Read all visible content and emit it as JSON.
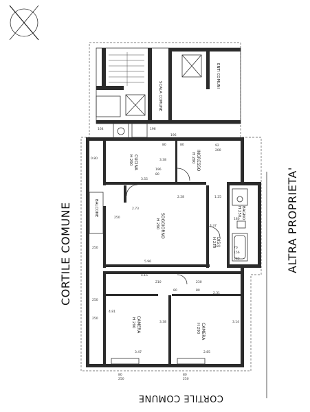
{
  "labels": {
    "cortile_left": "CORTILE COMUNE",
    "cortile_bottom": "CORTILE COMUNE",
    "altra_proprieta": "ALTRA PROPRIETA'",
    "scala_comune": "SCALA COMUNE",
    "enti_comuni": "ENTI COMUNI",
    "balcone": "BALCONE"
  },
  "rooms": {
    "cucina": {
      "name": "CUCINA",
      "h": "H 290"
    },
    "ingresso": {
      "name": "INGRESSO",
      "h": "H 290"
    },
    "soggiorno": {
      "name": "SOGGIORNO",
      "h": "H 290"
    },
    "camera1": {
      "name": "CAMERA",
      "h": "H 290"
    },
    "camera2": {
      "name": "CAMERA",
      "h": "H 290"
    },
    "dis": {
      "name": "DIS",
      "h": "H 250"
    },
    "bagno": {
      "name": "BAGNO",
      "h": "H 250"
    }
  },
  "dims": {
    "d_164": "164",
    "d_196a": "196",
    "d_196b": "196",
    "d_80a": "80",
    "d_80b": "80",
    "d_80c": "80",
    "d_92": "92",
    "d_200": "200",
    "d_250a": "250",
    "d_250b": "250",
    "d_250c": "250",
    "d_230": "230",
    "d_210": "210",
    "d_180a": "180",
    "d_180b": "180",
    "d_70": "70",
    "d_156": "156",
    "d_190": "190",
    "d_355": "3.55",
    "d_338": "3.38",
    "d_596": "5.96",
    "d_415": "4.15",
    "d_228": "2.28",
    "d_481": "4.81",
    "d_338b": "3.38",
    "d_314": "3.14",
    "d_347": "3.47",
    "d_285": "2.85",
    "d_231": "2.31",
    "d_273": "2.73",
    "d_125": "1.25",
    "d_437": "4.37",
    "d_080": "0.80"
  },
  "colors": {
    "wall": "#2b2b2b",
    "line": "#333333",
    "background": "#ffffff"
  }
}
